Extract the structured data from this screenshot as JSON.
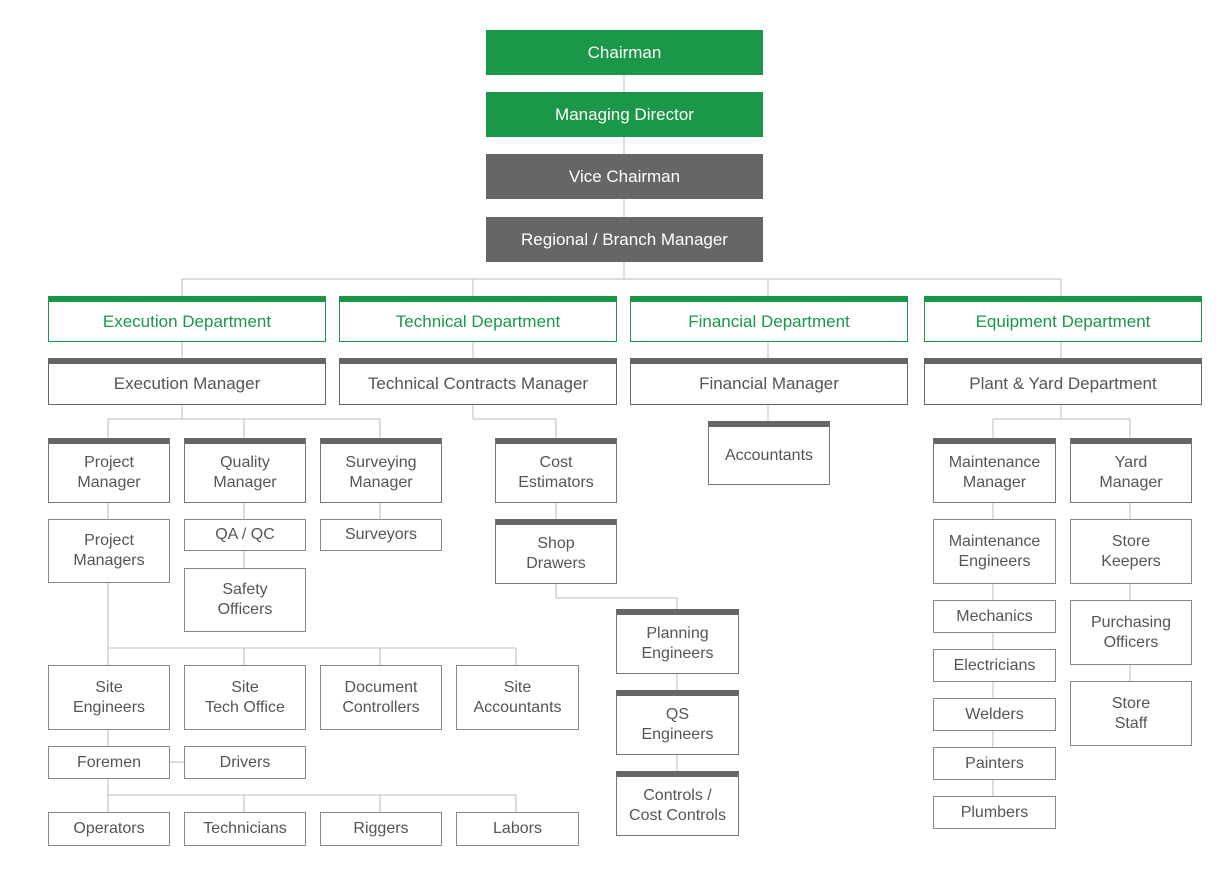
{
  "colors": {
    "green": "#1a9748",
    "gray": "#666666",
    "line": "#bbbbbb",
    "text": "#555555"
  },
  "nodes": {
    "chairman": "Chairman",
    "managing_director": "Managing Director",
    "vice_chairman": "Vice Chairman",
    "regional_manager": "Regional / Branch Manager",
    "execution_department": "Execution Department",
    "technical_department": "Technical Department",
    "financial_department": "Financial Department",
    "equipment_department": "Equipment Department",
    "execution_manager": "Execution Manager",
    "technical_contracts_manager": "Technical Contracts Manager",
    "financial_manager": "Financial Manager",
    "plant_yard_department": "Plant & Yard Department",
    "project_manager": "Project\nManager",
    "quality_manager": "Quality\nManager",
    "surveying_manager": "Surveying\nManager",
    "cost_estimators": "Cost\nEstimators",
    "accountants": "Accountants",
    "maintenance_manager": "Maintenance\nManager",
    "yard_manager": "Yard\nManager",
    "project_managers": "Project\nManagers",
    "qa_qc": "QA / QC",
    "surveyors": "Surveyors",
    "shop_drawers": "Shop\nDrawers",
    "maintenance_engineers": "Maintenance\nEngineers",
    "store_keepers": "Store\nKeepers",
    "safety_officers": "Safety\nOfficers",
    "mechanics": "Mechanics",
    "purchasing_officers": "Purchasing\nOfficers",
    "planning_engineers": "Planning\nEngineers",
    "electricians": "Electricians",
    "site_engineers": "Site\nEngineers",
    "site_tech_office": "Site\nTech Office",
    "document_controllers": "Document\nControllers",
    "site_accountants": "Site\nAccountants",
    "store_staff": "Store\nStaff",
    "welders": "Welders",
    "qs_engineers": "QS\nEngineers",
    "foremen": "Foremen",
    "drivers": "Drivers",
    "painters": "Painters",
    "controls_cost_controls": "Controls /\nCost Controls",
    "operators": "Operators",
    "technicians": "Technicians",
    "riggers": "Riggers",
    "labors": "Labors",
    "plumbers": "Plumbers"
  }
}
